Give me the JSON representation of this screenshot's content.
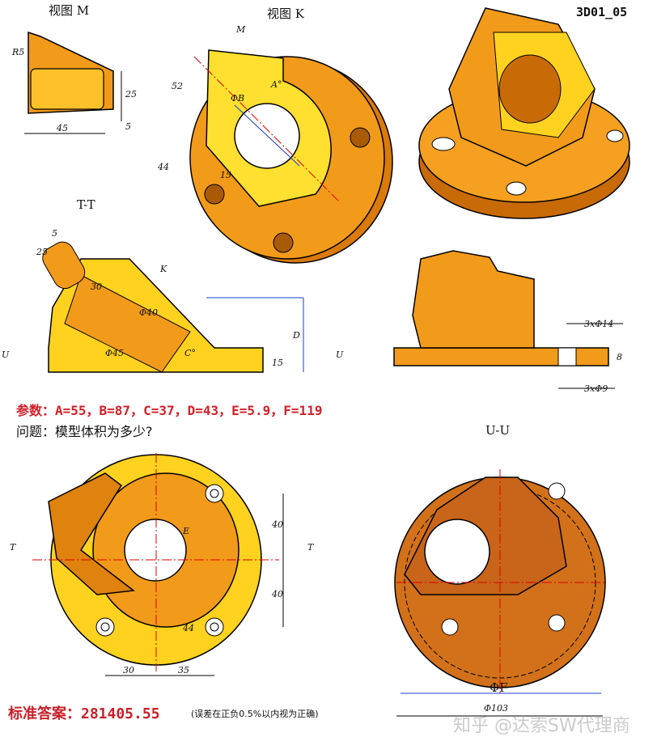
{
  "drawing_code": "3D01_05",
  "view_labels": {
    "m": "视图 M",
    "k": "视图 K",
    "tt": "T-T",
    "uu": "U-U",
    "m_arrow": "M",
    "k_arrow": "K",
    "u": "U",
    "t": "T"
  },
  "dimensions": {
    "m_r": "R5",
    "m_45": "45",
    "m_25": "25",
    "m_5": "5",
    "k_52": "52",
    "k_44": "44",
    "k_15": "15",
    "k_b": "ΦB",
    "k_a": "A°",
    "tt_25": "25",
    "tt_5": "5",
    "tt_30": "30",
    "tt_40": "Φ40",
    "tt_45": "Φ45",
    "tt_c": "C°",
    "tt_d": "D",
    "tt_15": "15",
    "fv_3x14": "3xΦ14",
    "fv_8": "8",
    "fv_3x9": "3xΦ9",
    "pl_e": "E",
    "pl_40a": "40",
    "pl_40b": "40",
    "pl_44": "44",
    "pl_30": "30",
    "pl_35": "35",
    "uu_f": "ΦF",
    "uu_103": "Φ103"
  },
  "params": "参数：A=55，B=87，C=37，D=43，E=5.9，F=119",
  "question": "问题：模型体积为多少?",
  "answer": "标准答案：281405.55",
  "note": "(误差在正负0.5%以内视为正确)",
  "watermark": "知乎 @达索SW代理商",
  "colors": {
    "orange": "#f29a1a",
    "yellow": "#ffd21f",
    "dark_orange": "#c86a05",
    "section": "#d2711a",
    "red_text": "#d0202a",
    "dim_blue": "#1a3ccc"
  }
}
